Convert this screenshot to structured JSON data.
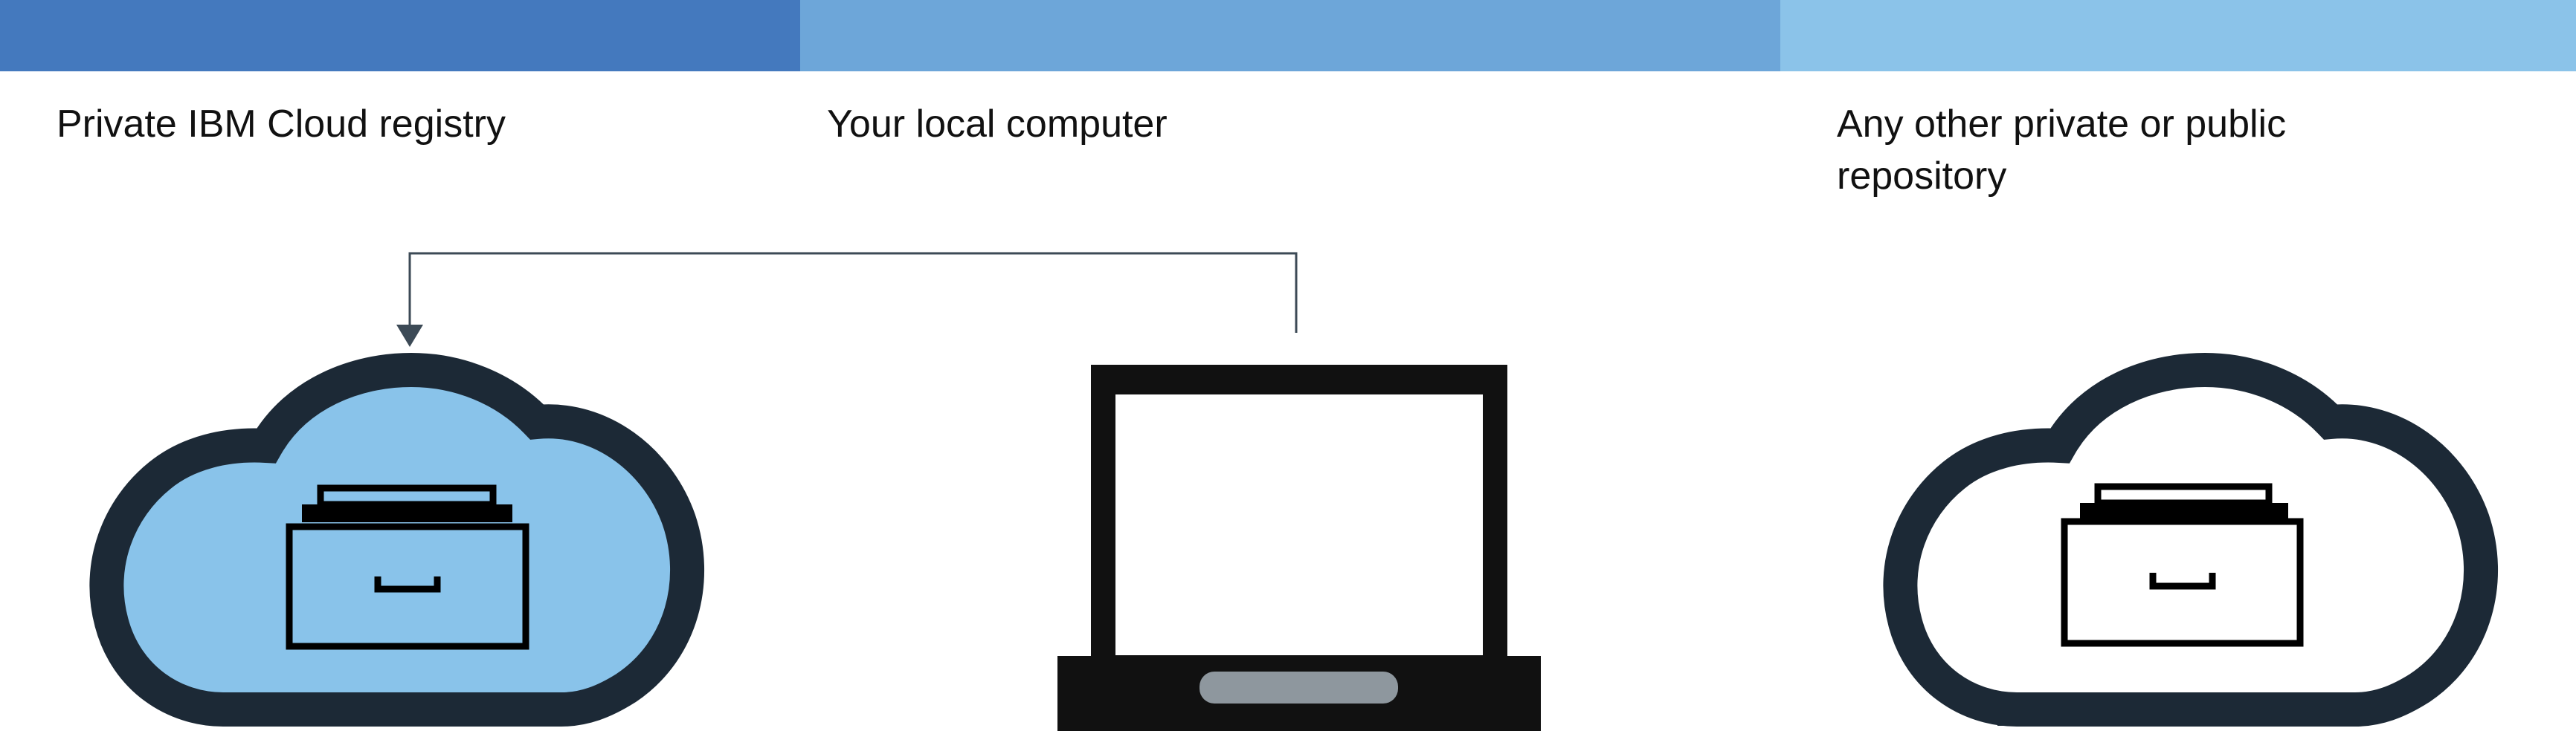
{
  "colors": {
    "band_left": "#4479be",
    "band_middle": "#6da6d9",
    "band_right": "#8bc3e9",
    "cloud_outline": "#1c2936",
    "cloud_fill_left": "#89c3ea",
    "cloud_fill_right": "#ffffff",
    "arrow": "#3c4a56",
    "laptop_body": "#111111",
    "laptop_screen": "#ffffff",
    "trackpad": "#8e979e",
    "drawer": "#000000"
  },
  "columns": [
    {
      "label": "Private IBM Cloud registry",
      "icon": "cloud-registry-icon"
    },
    {
      "label": "Your local computer",
      "icon": "laptop-icon"
    },
    {
      "label": "Any other private or public repository",
      "icon": "cloud-repository-icon"
    }
  ],
  "connector": {
    "from": "Your local computer",
    "to": "Private IBM Cloud registry",
    "icon": "arrow-down-icon"
  }
}
